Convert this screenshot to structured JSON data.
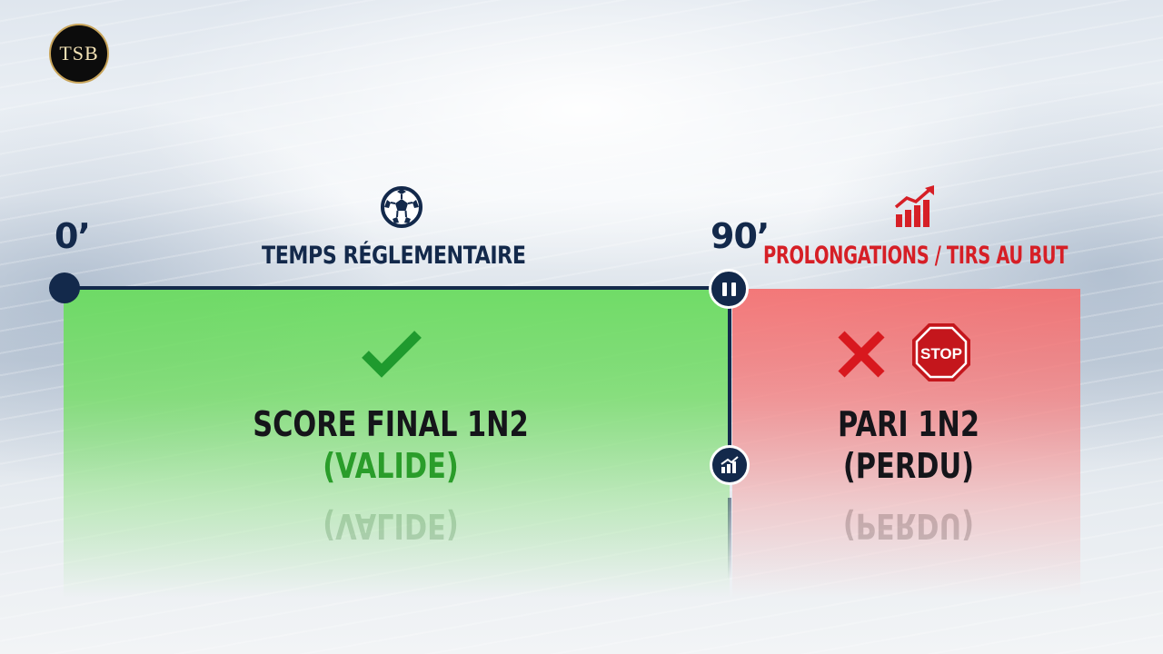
{
  "logo": {
    "text": "TSB"
  },
  "timeline": {
    "start_label": "0’",
    "end_label": "90’"
  },
  "sections": {
    "regular_time": {
      "title": "TEMPS RÉGLEMENTAIRE",
      "icon": "soccer-ball-icon",
      "status_icon": "check-icon",
      "line1": "SCORE FINAL 1N2",
      "line2": "(VALIDE)",
      "reflection": "(VALIDE)",
      "color": "#6adb60"
    },
    "extra_time": {
      "title": "PROLONGATIONS / TIRS AU BUT",
      "icon": "rising-chart-icon",
      "status_icons": [
        "cross-icon",
        "stop-sign-icon"
      ],
      "stop_text": "STOP",
      "line1": "PARI 1N2",
      "line2": "(PERDU)",
      "reflection": "(PERDU)",
      "color": "#f56c6c"
    }
  },
  "colors": {
    "navy": "#13294b",
    "red_title": "#d61f26",
    "green_text": "#2a9d2a"
  }
}
